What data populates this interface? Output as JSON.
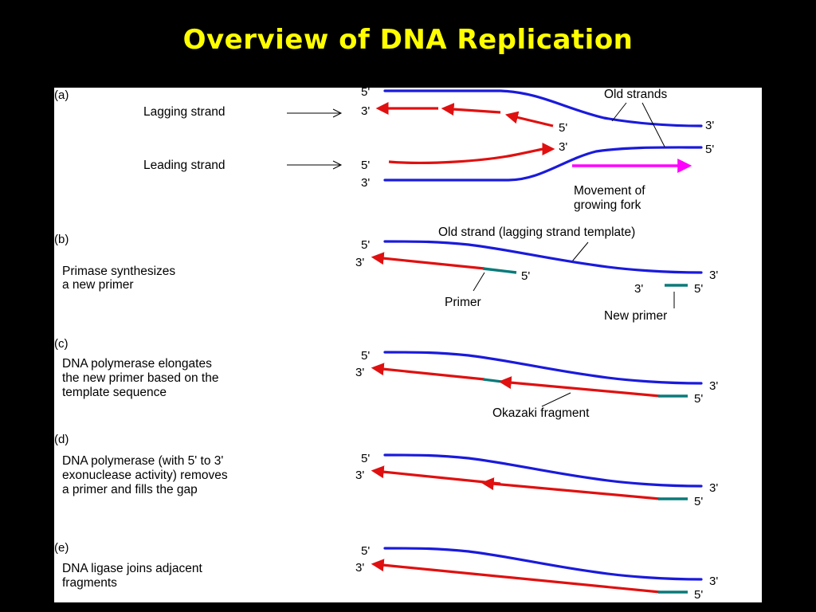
{
  "title": "Overview of DNA Replication",
  "colors": {
    "background": "#000000",
    "title": "#ffff00",
    "old_strand": "#1a1adc",
    "new_strand": "#e01010",
    "primer": "#0a7a7a",
    "fork_movement": "#ff00ff"
  },
  "panel_a": {
    "tag": "(a)",
    "lagging_label": "Lagging strand",
    "leading_label": "Leading strand",
    "old_strands_label": "Old strands",
    "movement_label_1": "Movement of",
    "movement_label_2": "growing fork",
    "ends": {
      "top_left": "5'",
      "lag_left": "3'",
      "lag_mid": "5'",
      "top_right": "3'",
      "lead_tip": "3'",
      "lead_left": "5'",
      "bottom_left": "3'",
      "bottom_right": "5'"
    }
  },
  "panel_b": {
    "tag": "(b)",
    "desc_1": "Primase synthesizes",
    "desc_2": "a new primer",
    "old_strand_label": "Old strand (lagging strand template)",
    "primer_label": "Primer",
    "new_primer_label": "New primer",
    "ends": {
      "top_left": "5'",
      "bottom_left": "3'",
      "primer_end": "5'",
      "top_right": "3'",
      "new_primer_left": "3'",
      "new_primer_right": "5'"
    }
  },
  "panel_c": {
    "tag": "(c)",
    "desc_1": "DNA polymerase elongates",
    "desc_2": "the new primer based on the",
    "desc_3": "template sequence",
    "okazaki_label": "Okazaki fragment",
    "ends": {
      "top_left": "5'",
      "bottom_left": "3'",
      "top_right": "3'",
      "bottom_right": "5'"
    }
  },
  "panel_d": {
    "tag": "(d)",
    "desc_1": "DNA polymerase (with 5' to 3'",
    "desc_2": "exonuclease activity) removes",
    "desc_3": "a primer and fills the gap",
    "ends": {
      "top_left": "5'",
      "bottom_left": "3'",
      "top_right": "3'",
      "bottom_right": "5'"
    }
  },
  "panel_e": {
    "tag": "(e)",
    "desc_1": "DNA ligase joins adjacent",
    "desc_2": "fragments",
    "ends": {
      "top_left": "5'",
      "bottom_left": "3'",
      "top_right": "3'",
      "bottom_right": "5'"
    }
  }
}
